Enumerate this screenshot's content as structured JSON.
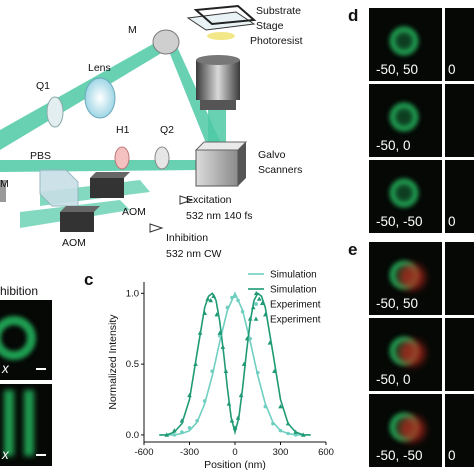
{
  "panel_letters": {
    "c": "c",
    "d": "d",
    "e": "e"
  },
  "setup": {
    "labels": {
      "substrate": "Substrate",
      "stage": "Stage",
      "photoresist": "Photoresist",
      "mirror": "M",
      "mirror_left": "M",
      "lens": "Lens",
      "q1": "Q1",
      "h1": "H1",
      "q2": "Q2",
      "pbs": "PBS",
      "galvo": "Galvo\nScanners",
      "aom_top": "AOM",
      "aom_bottom": "AOM",
      "excitation": "Excitation\n532 nm 140 fs",
      "inhibition": "Inhibition\n532 nm CW"
    }
  },
  "panel_b": {
    "title": "hibition",
    "axis_top": "x",
    "axis_bottom": "x"
  },
  "panel_d": {
    "tiles": [
      {
        "caption": "-50, 50",
        "partial": "0"
      },
      {
        "caption": "-50, 0",
        "partial": ""
      },
      {
        "caption": "-50, -50",
        "partial": "0"
      }
    ]
  },
  "panel_e": {
    "tiles": [
      {
        "caption": "-50, 50",
        "partial": ""
      },
      {
        "caption": "-50, 0",
        "partial": ""
      },
      {
        "caption": "-50, -50",
        "partial": "0"
      }
    ]
  },
  "chart_data": {
    "type": "line",
    "xlabel": "Position (nm)",
    "ylabel": "Normalized Intensity",
    "xlim": [
      -600,
      600
    ],
    "ylim": [
      -0.05,
      1.08
    ],
    "xticks": [
      -600,
      -300,
      0,
      300,
      600
    ],
    "yticks": [
      0.0,
      0.5,
      1.0
    ],
    "tick_labels_x": [
      "-600",
      "-300",
      "0",
      "300",
      "600"
    ],
    "tick_labels_y": [
      "0.0",
      "0.5",
      "1.0"
    ],
    "legend": [
      "Simulation",
      "Simulation",
      "Experiment",
      "Experiment"
    ],
    "legend_position": "top-right",
    "colors": {
      "excitation": "#6fcfc0",
      "inhibition": "#1f9a74"
    },
    "series": [
      {
        "name": "Simulation",
        "style": "line",
        "color": "#6fcfc0",
        "x": [
          -450,
          -400,
          -350,
          -300,
          -250,
          -200,
          -150,
          -100,
          -50,
          0,
          50,
          100,
          150,
          200,
          250,
          300,
          350,
          400,
          450
        ],
        "y": [
          0.0,
          0.0,
          0.01,
          0.03,
          0.09,
          0.22,
          0.42,
          0.66,
          0.88,
          1.0,
          0.88,
          0.66,
          0.42,
          0.22,
          0.09,
          0.03,
          0.01,
          0.0,
          0.0
        ]
      },
      {
        "name": "Simulation",
        "style": "line",
        "color": "#1f9a74",
        "x": [
          -500,
          -450,
          -400,
          -350,
          -300,
          -250,
          -200,
          -175,
          -150,
          -125,
          -100,
          -75,
          -50,
          -25,
          0,
          25,
          50,
          75,
          100,
          125,
          150,
          175,
          200,
          250,
          300,
          350,
          400,
          450,
          500
        ],
        "y": [
          0.0,
          0.0,
          0.02,
          0.08,
          0.25,
          0.58,
          0.9,
          0.98,
          1.0,
          0.95,
          0.8,
          0.58,
          0.33,
          0.12,
          0.02,
          0.12,
          0.33,
          0.58,
          0.8,
          0.95,
          1.0,
          0.98,
          0.9,
          0.58,
          0.25,
          0.08,
          0.02,
          0.0,
          0.0
        ]
      },
      {
        "name": "Experiment",
        "style": "circle",
        "color": "#6fcfc0",
        "x": [
          -400,
          -350,
          -300,
          -250,
          -200,
          -150,
          -100,
          -50,
          -20,
          0,
          20,
          50,
          100,
          150,
          200,
          250,
          300,
          350,
          400
        ],
        "y": [
          0.0,
          0.02,
          0.05,
          0.1,
          0.24,
          0.45,
          0.7,
          0.9,
          0.97,
          0.98,
          0.95,
          0.87,
          0.68,
          0.44,
          0.2,
          0.08,
          0.03,
          0.01,
          0.0
        ]
      },
      {
        "name": "Experiment",
        "style": "triangle",
        "color": "#1f9a74",
        "x": [
          -450,
          -400,
          -350,
          -300,
          -260,
          -230,
          -200,
          -180,
          -160,
          -140,
          -120,
          -100,
          -80,
          -60,
          -40,
          -20,
          0,
          20,
          40,
          60,
          80,
          100,
          120,
          140,
          160,
          180,
          200,
          230,
          260,
          300,
          350,
          400,
          450
        ],
        "y": [
          0.0,
          0.03,
          0.1,
          0.28,
          0.5,
          0.72,
          0.86,
          0.96,
          0.95,
          0.98,
          0.85,
          0.72,
          0.62,
          0.45,
          0.22,
          0.1,
          0.05,
          0.12,
          0.28,
          0.5,
          0.68,
          0.82,
          0.9,
          1.0,
          0.96,
          0.93,
          0.85,
          0.65,
          0.45,
          0.2,
          0.08,
          0.02,
          0.0
        ]
      }
    ]
  }
}
